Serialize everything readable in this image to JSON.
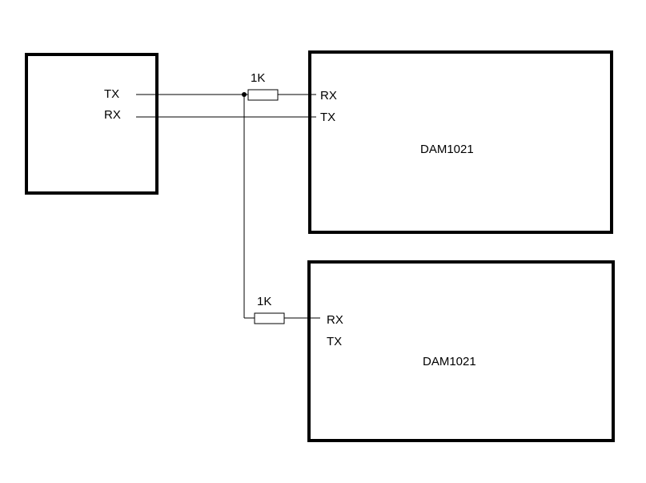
{
  "left_module": {
    "tx_label": "TX",
    "rx_label": "RX"
  },
  "device_top": {
    "name": "DAM1021",
    "rx_label": "RX",
    "tx_label": "TX"
  },
  "device_bottom": {
    "name": "DAM1021",
    "rx_label": "RX",
    "tx_label": "TX"
  },
  "resistor_top": {
    "value": "1K"
  },
  "resistor_bottom": {
    "value": "1K"
  }
}
